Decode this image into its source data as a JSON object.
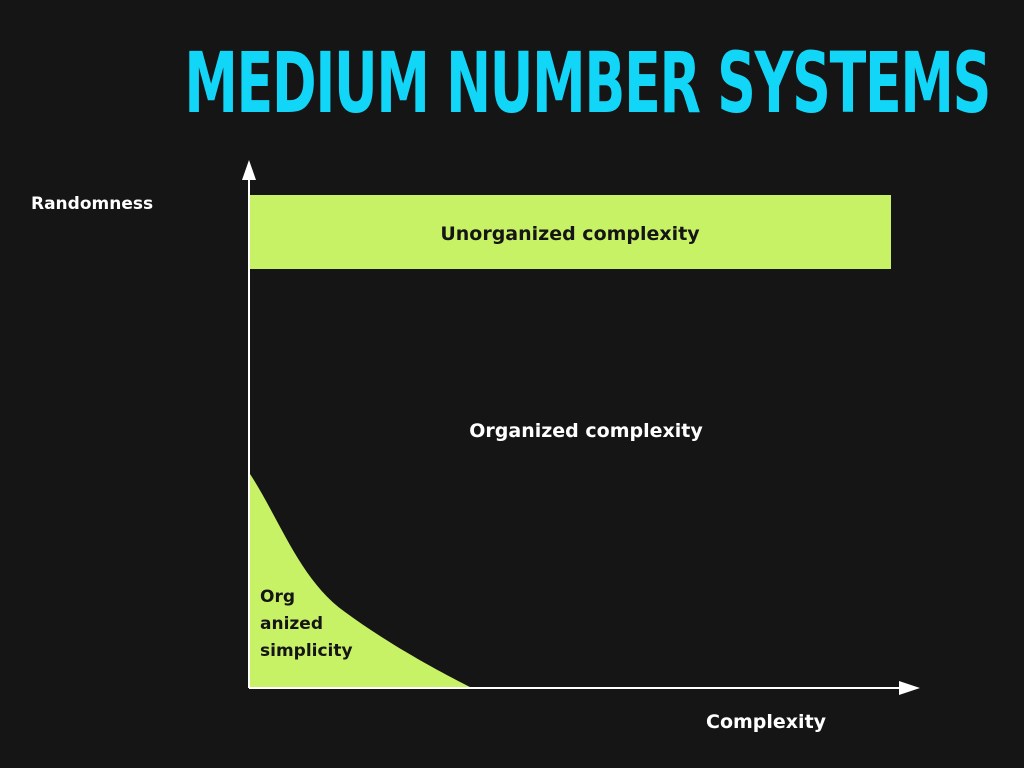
{
  "slide": {
    "title": "Medium number systems"
  },
  "diagram": {
    "y_axis_label": "Randomness",
    "x_axis_label": "Complexity",
    "regions": {
      "unorganized_complexity": "Unorganized complexity",
      "organized_complexity": "Organized complexity",
      "organized_simplicity_lines": [
        "Org",
        "anized",
        "simplicity"
      ]
    }
  },
  "colors": {
    "background": "#151516",
    "title": "#12d6f7",
    "region_fill": "#c8f266",
    "region_text": "#151516",
    "axis": "#ffffff",
    "label": "#ffffff"
  }
}
